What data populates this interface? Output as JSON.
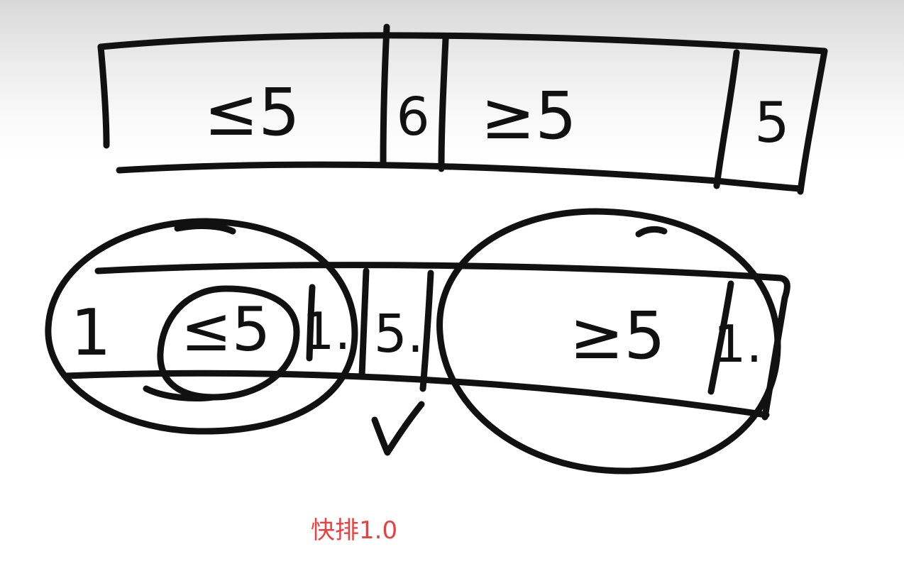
{
  "top_array": {
    "segment_labels": [
      "≤5",
      "6",
      "≥5",
      "5"
    ]
  },
  "bottom_array": {
    "segment_labels": [
      "1",
      "≤5",
      "1.",
      "5.",
      "≥5",
      "1."
    ],
    "check_mark": "✓"
  },
  "caption": "快排1.0",
  "colors": {
    "ink": "#111111",
    "caption": "#e8413e"
  }
}
